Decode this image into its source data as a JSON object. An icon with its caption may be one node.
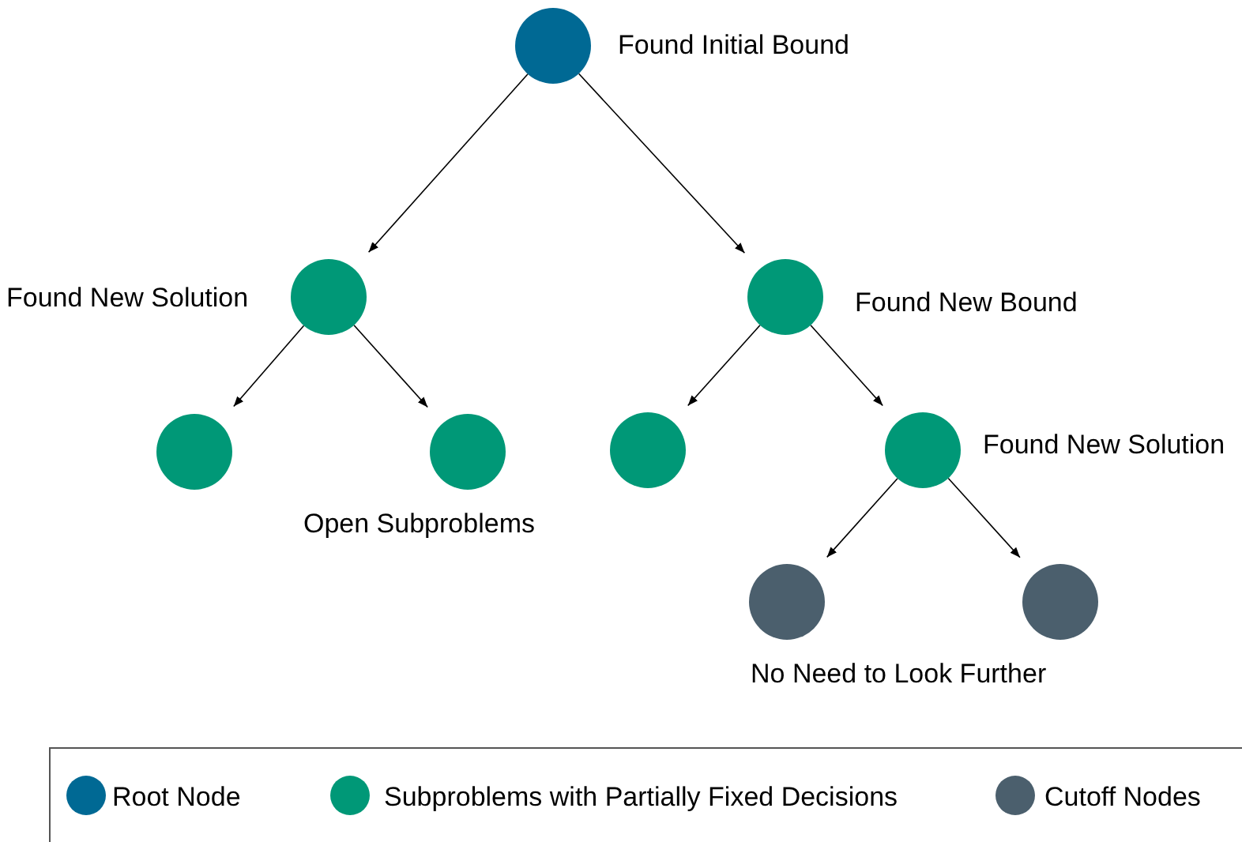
{
  "diagram": {
    "nodes": [
      {
        "text": [],
        "shape": "circle",
        "beside": [
          "Found Initial Bound"
        ]
      },
      {
        "text": [],
        "shape": "circle",
        "beside": [
          "Found New Solution"
        ]
      },
      {
        "text": [],
        "shape": "circle",
        "beside": [
          "Found New Bound"
        ]
      },
      {
        "text": [],
        "shape": "circle"
      },
      {
        "text": [],
        "shape": "circle"
      },
      {
        "text": [],
        "shape": "circle"
      },
      {
        "text": [],
        "shape": "circle",
        "beside": [
          "Found New Solution"
        ]
      },
      {
        "text": [],
        "shape": "circle"
      },
      {
        "text": [],
        "shape": "circle"
      }
    ],
    "edges": [
      {
        "from": 0,
        "to": 1,
        "arrow": "to"
      },
      {
        "from": 0,
        "to": 2,
        "arrow": "to"
      },
      {
        "from": 1,
        "to": 3,
        "arrow": "to"
      },
      {
        "from": 1,
        "to": 4,
        "arrow": "to"
      },
      {
        "from": 2,
        "to": 5,
        "arrow": "to"
      },
      {
        "from": 2,
        "to": 6,
        "arrow": "to"
      },
      {
        "from": 6,
        "to": 7,
        "arrow": "to"
      },
      {
        "from": 6,
        "to": 8,
        "arrow": "to"
      }
    ],
    "labels": [
      "Open Subproblems",
      "No Need to Look Further"
    ],
    "legend": [
      {
        "text": "Root Node",
        "color": "#006994"
      },
      {
        "text": "Subproblems with Partially Fixed Decisions",
        "color": "#009877"
      },
      {
        "text": "Cutoff Nodes",
        "color": "#4b5f6d"
      }
    ]
  }
}
